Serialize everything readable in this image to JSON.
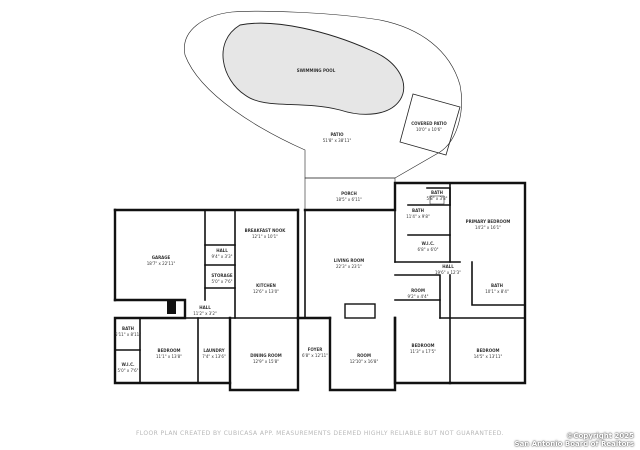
{
  "rooms": [
    {
      "id": "swimming-pool",
      "name": "SWIMMING POOL",
      "dims": ""
    },
    {
      "id": "covered-patio",
      "name": "COVERED PATIO",
      "dims": "10'0\" x 10'6\""
    },
    {
      "id": "patio",
      "name": "PATIO",
      "dims": "51'8\" x 38'11\""
    },
    {
      "id": "porch",
      "name": "PORCH",
      "dims": "18'5\" x 6'11\""
    },
    {
      "id": "bath-top",
      "name": "BATH",
      "dims": "5'8\" x 3'8\""
    },
    {
      "id": "bath-primary",
      "name": "BATH",
      "dims": "11'4\" x 9'8\""
    },
    {
      "id": "primary-bedroom",
      "name": "PRIMARY BEDROOM",
      "dims": "14'2\" x 16'1\""
    },
    {
      "id": "wic-primary",
      "name": "W.I.C.",
      "dims": "6'8\" x 6'0\""
    },
    {
      "id": "breakfast-nook",
      "name": "BREAKFAST NOOK",
      "dims": "12'1\" x 10'1\""
    },
    {
      "id": "garage",
      "name": "GARAGE",
      "dims": "18'7\" x 22'11\""
    },
    {
      "id": "hall-1",
      "name": "HALL",
      "dims": "9'4\" x 3'3\""
    },
    {
      "id": "living-room",
      "name": "LIVING ROOM",
      "dims": "22'3\" x 23'1\""
    },
    {
      "id": "hall-2",
      "name": "HALL",
      "dims": "19'6\" x 12'3\""
    },
    {
      "id": "storage",
      "name": "STORAGE",
      "dims": "5'0\" x 7'6\""
    },
    {
      "id": "kitchen",
      "name": "KITCHEN",
      "dims": "12'6\" x 13'0\""
    },
    {
      "id": "bath-right",
      "name": "BATH",
      "dims": "10'1\" x 8'4\""
    },
    {
      "id": "room-small",
      "name": "ROOM",
      "dims": "9'2\" x 4'4\""
    },
    {
      "id": "hall-3",
      "name": "HALL",
      "dims": "11'2\" x 3'2\""
    },
    {
      "id": "bath-left",
      "name": "BATH",
      "dims": "5'11\" x 8'11\""
    },
    {
      "id": "bedroom-left",
      "name": "BEDROOM",
      "dims": "11'1\" x 13'8\""
    },
    {
      "id": "laundry",
      "name": "LAUNDRY",
      "dims": "7'4\" x 13'6\""
    },
    {
      "id": "dining-room",
      "name": "DINING ROOM",
      "dims": "12'9\" x 15'8\""
    },
    {
      "id": "foyer",
      "name": "FOYER",
      "dims": "6'8\" x 12'11\""
    },
    {
      "id": "room-front",
      "name": "ROOM",
      "dims": "12'10\" x 16'8\""
    },
    {
      "id": "bedroom-mid",
      "name": "BEDROOM",
      "dims": "11'3\" x 17'5\""
    },
    {
      "id": "bedroom-right",
      "name": "BEDROOM",
      "dims": "14'5\" x 13'11\""
    },
    {
      "id": "wic-left",
      "name": "W.I.C.",
      "dims": "5'0\" x 7'6\""
    }
  ],
  "footer": {
    "disclaimer": "FLOOR PLAN CREATED BY CUBICASA APP. MEASUREMENTS DEEMED HIGHLY RELIABLE BUT NOT GUARANTEED."
  },
  "copyright": {
    "line1": "©Copyright 2025",
    "line2": "San Antonio Board of Realtors"
  }
}
